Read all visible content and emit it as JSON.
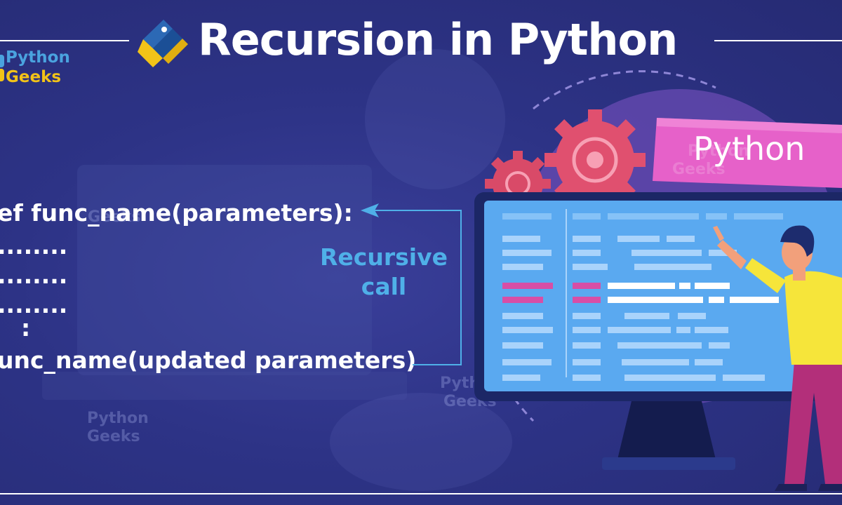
{
  "header": {
    "title": "Recursion in Python"
  },
  "brand": {
    "line1": "Python",
    "line2": "Geeks"
  },
  "code": {
    "lines": [
      "ef func_name(parameters):",
      "........",
      "........",
      "........",
      ":",
      "unc_name(updated parameters)"
    ]
  },
  "annotation": {
    "line1": "Recursive",
    "line2": "call"
  },
  "illustration": {
    "badge_label": "Python"
  },
  "colors": {
    "background": "#2b3180",
    "title": "#ffffff",
    "accent_blue": "#4fb0e8",
    "brand_blue": "#4aa3df",
    "brand_yellow": "#f2c318",
    "badge_pink": "#e661c9",
    "screen_blue": "#5aa9f0"
  },
  "icons": [
    "python-logo-icon",
    "gear-icon",
    "arrow-left-icon"
  ]
}
